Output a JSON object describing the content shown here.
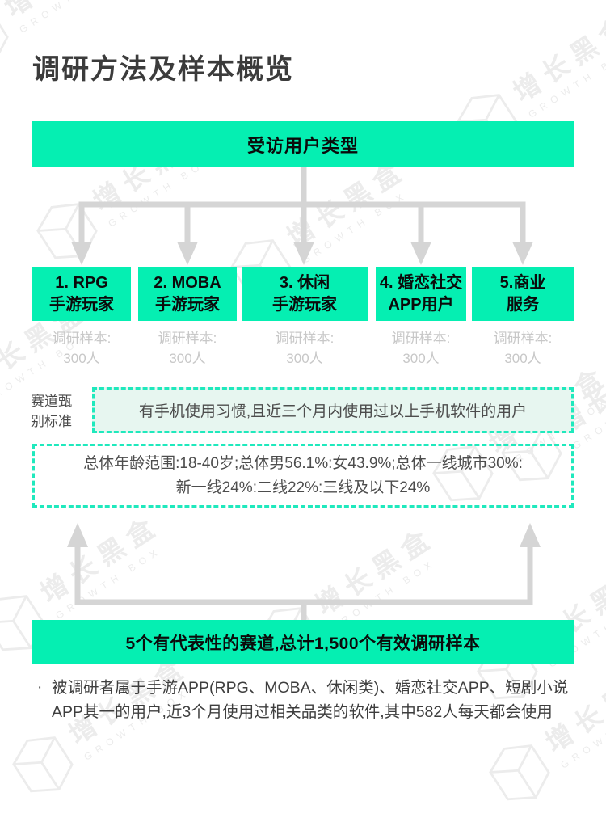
{
  "page": {
    "title": "调研方法及样本概览"
  },
  "watermark": {
    "cn": "增长黑盒",
    "en": "GROWTH BOX"
  },
  "diagram": {
    "header": "受访用户类型",
    "boxes": [
      {
        "line1": "1. RPG",
        "line2": "手游玩家",
        "sample_label": "调研样本:",
        "sample_value": "300人"
      },
      {
        "line1": "2. MOBA",
        "line2": "手游玩家",
        "sample_label": "调研样本:",
        "sample_value": "300人"
      },
      {
        "line1": "3. 休闲",
        "line2": "手游玩家",
        "sample_label": "调研样本:",
        "sample_value": "300人"
      },
      {
        "line1": "4. 婚恋社交",
        "line2": "APP用户",
        "sample_label": "调研样本:",
        "sample_value": "300人"
      },
      {
        "line1": "5.商业",
        "line2": "服务",
        "sample_label": "调研样本:",
        "sample_value": "300人"
      }
    ],
    "criteria": {
      "label_line1": "赛道甄",
      "label_line2": "别标准",
      "text": "有手机使用习惯,且近三个月内使用过以上手机软件的用户"
    },
    "stats": {
      "line1": "总体年龄范围:18-40岁;总体男56.1%:女43.9%;总体一线城市30%:",
      "line2": "新一线24%:二线22%:三线及以下24%"
    },
    "summary_bar": "5个有代表性的赛道,总计1,500个有效调研样本",
    "note": {
      "bullet": "·",
      "text": "被调研者属于手游APP(RPG、MOBA、休闲类)、婚恋社交APP、短剧小说APP其一的用户,近3个月使用过相关品类的软件,其中582人每天都会使用"
    }
  },
  "colors": {
    "accent_green": "#05EFB2",
    "mint_bg": "#E7F6F0",
    "dashed_border": "#1FE9BD",
    "connector_gray": "#D5D5D5",
    "sample_gray": "#C8C8C8"
  }
}
